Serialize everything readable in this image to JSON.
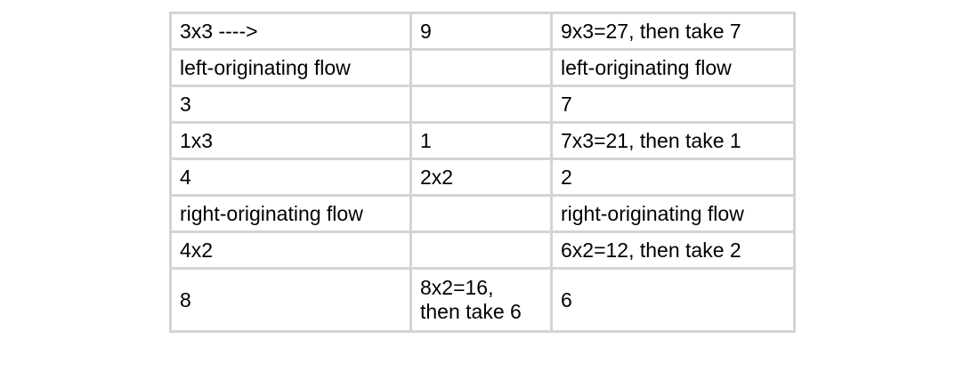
{
  "table": {
    "rows": [
      [
        "3x3 ---->",
        "9",
        "9x3=27, then take 7"
      ],
      [
        "left-originating flow",
        "",
        "left-originating flow"
      ],
      [
        "3",
        "",
        "7"
      ],
      [
        "1x3",
        "1",
        "7x3=21, then take 1"
      ],
      [
        "4",
        "2x2",
        "2"
      ],
      [
        "right-originating flow",
        "",
        "right-originating flow"
      ],
      [
        "4x2",
        "",
        "6x2=12, then take 2"
      ],
      [
        "8",
        "8x2=16,\nthen take 6",
        "6"
      ]
    ]
  }
}
